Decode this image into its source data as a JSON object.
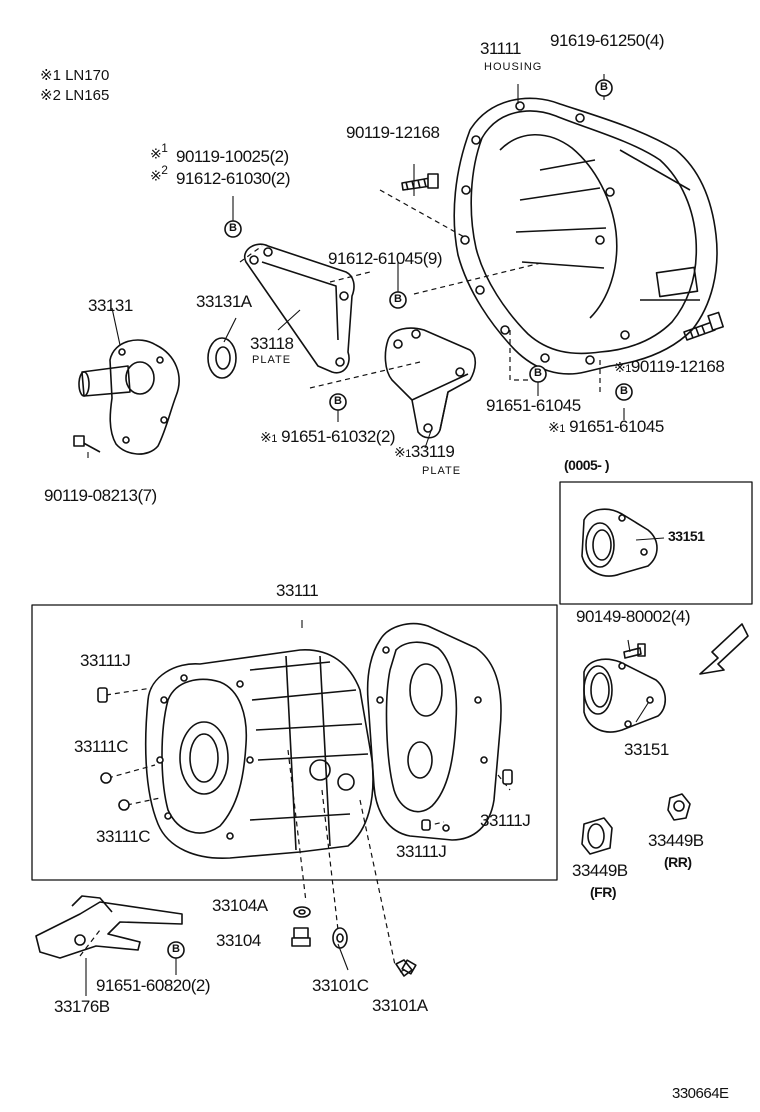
{
  "notes": {
    "n1": "※1  LN170",
    "n2": "※2  LN165"
  },
  "mark": "※",
  "callout_letter": "B",
  "labels": {
    "p31111": "31111",
    "housing": "HOUSING",
    "p91619": "91619-61250(4)",
    "p90119_12168": "90119-12168",
    "m1": "1",
    "m2": "2",
    "p90119_10025": "90119-10025(2)",
    "p91612_61030": "91612-61030(2)",
    "p91612_61045": "91612-61045(9)",
    "p33131": "33131",
    "p33131A": "33131A",
    "p33118": "33118",
    "plate1": "PLATE",
    "p90119_12168b": "90119-12168",
    "p91651_61045a": "91651-61045",
    "p91651_61045b": "91651-61045",
    "p91651_61032": "91651-61032(2)",
    "p33119": "33119",
    "plate2": "PLATE",
    "p90119_08213": "90119-08213(7)",
    "date_range": "(0005-        )",
    "p33151a": "33151",
    "p90149": "90149-80002(4)",
    "p33111": "33111",
    "p33111J_a": "33111J",
    "p33111C_a": "33111C",
    "p33111C_b": "33111C",
    "p33111J_b": "33111J",
    "p33111J_c": "33111J",
    "p33151b": "33151",
    "p33449B_a": "33449B",
    "fr": "(FR)",
    "p33449B_b": "33449B",
    "rr": "(RR)",
    "p33104A": "33104A",
    "p33104": "33104",
    "p91651_60820": "91651-60820(2)",
    "p33176B": "33176B",
    "p33101C": "33101C",
    "p33101A": "33101A",
    "code": "330664E"
  }
}
